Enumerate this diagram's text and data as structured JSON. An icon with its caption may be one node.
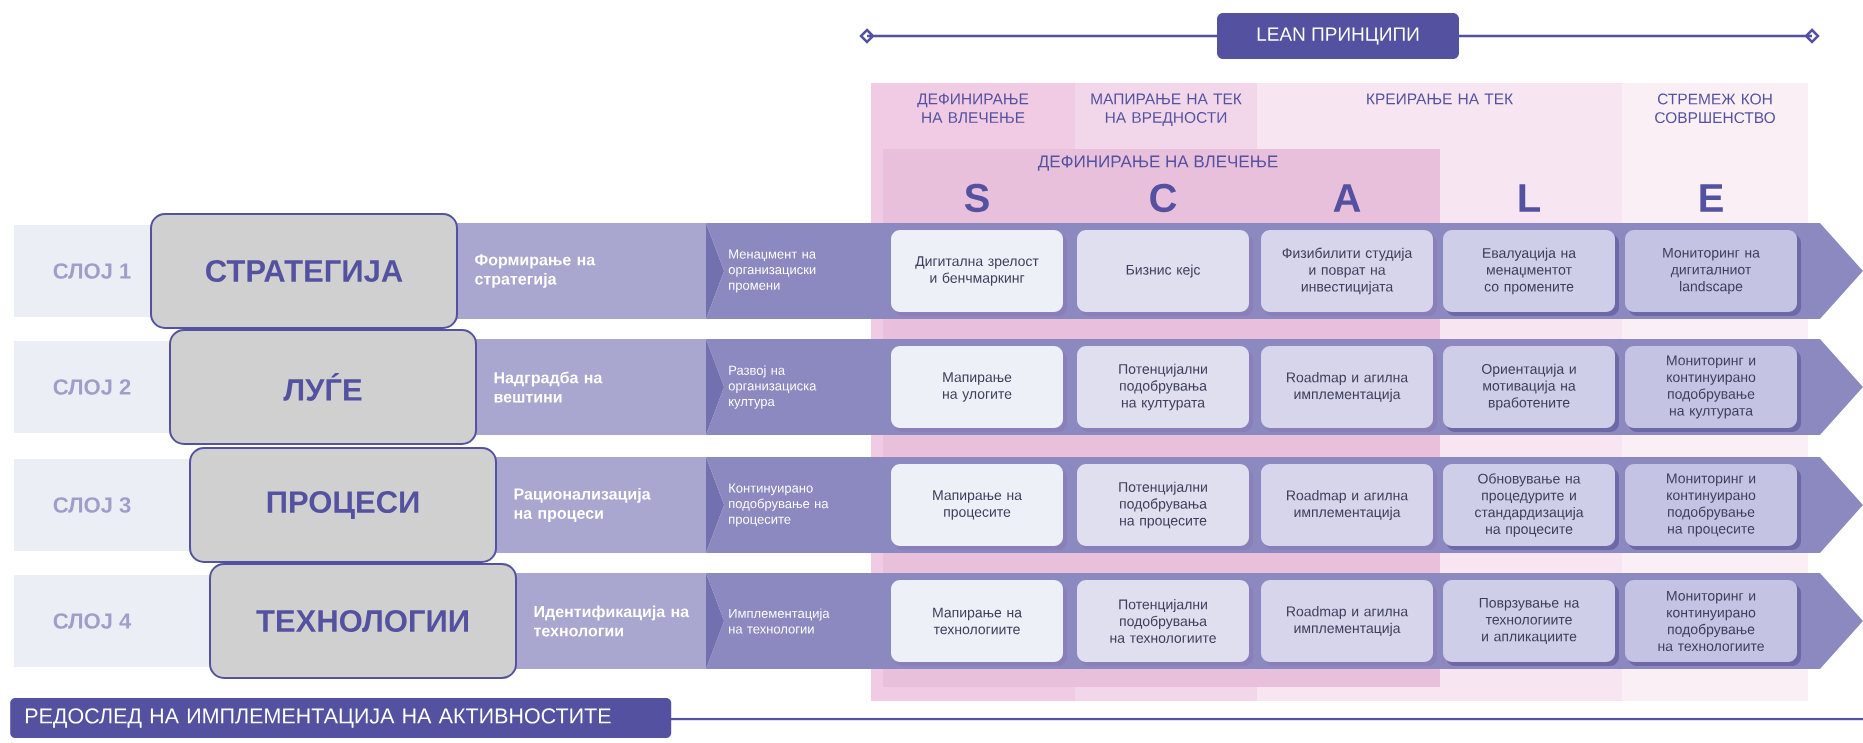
{
  "diagram": {
    "nodes": [
      {
        "text": [
          "LEAN ПРИНЦИПИ"
        ]
      },
      {
        "text": [
          "ДЕФИНИРАЊЕ НА ВЛЕЧЕЊЕ"
        ]
      },
      {
        "text": [
          "МАПИРАЊЕ НА ТЕК НА ВРЕДНОСТИ"
        ]
      },
      {
        "text": [
          "КРЕИРАЊЕ НА ТЕК"
        ]
      },
      {
        "text": [
          "СТРЕМЕЖ КОН СОВРШЕНСТВО"
        ]
      },
      {
        "text": [
          "ДЕФИНИРАЊЕ НА ВЛЕЧЕЊЕ"
        ]
      },
      {
        "text": [
          "СЛОЈ 1"
        ]
      },
      {
        "text": [
          "СТРАТЕГИЈА"
        ]
      },
      {
        "text": [
          "Формирање на стратегија"
        ]
      },
      {
        "text": [
          "Менаџмент на организациски промени"
        ]
      },
      {
        "text": [
          "Дигитална зрелост и бенчмаркинг"
        ]
      },
      {
        "text": [
          "Бизнис кејс"
        ]
      },
      {
        "text": [
          "Физибилити студија и поврат на инвестицијата"
        ]
      },
      {
        "text": [
          "Евалуација на менаџментот со промените"
        ],
        "in": 9
      },
      {
        "text": [
          "Мониторинг на дигиталниот landscape"
        ],
        "in": 9
      },
      {
        "text": [
          "СЛОЈ 2"
        ]
      },
      {
        "text": [
          "ЛУЃЕ"
        ]
      },
      {
        "text": [
          "Надградба на вештини"
        ]
      },
      {
        "text": [
          "Развој на организациска култура"
        ]
      },
      {
        "text": [
          "Мапирање на улогите"
        ]
      },
      {
        "text": [
          "Потенцијални подобрувања на културата"
        ]
      },
      {
        "text": [
          "Roadmap и агилна имплементација"
        ]
      },
      {
        "text": [
          "Ориентација и мотивација на вработените"
        ],
        "in": 18
      },
      {
        "text": [
          "Мониторинг и континуирано подобрување на културата"
        ],
        "in": 18
      },
      {
        "text": [
          "СЛОЈ 3"
        ]
      },
      {
        "text": [
          "ПРОЦЕСИ"
        ]
      },
      {
        "text": [
          "Рационализација на процеси"
        ]
      },
      {
        "text": [
          "Континуирано подобрување на процесите"
        ]
      },
      {
        "text": [
          "Мапирање на процесите"
        ]
      },
      {
        "text": [
          "Потенцијални подобрувања на процесите"
        ]
      },
      {
        "text": [
          "Roadmap и агилна имплементација"
        ]
      },
      {
        "text": [
          "Обновување на процедурите и стандардизација на процесите"
        ],
        "in": 27
      },
      {
        "text": [
          "Мониторинг и континуирано подобрување на процесите"
        ],
        "in": 27
      },
      {
        "text": [
          "СЛОЈ 4"
        ]
      },
      {
        "text": [
          "ТЕХНОЛОГИИ"
        ]
      },
      {
        "text": [
          "Идентификација на технологии"
        ]
      },
      {
        "text": [
          "Имплементација на технологии"
        ]
      },
      {
        "text": [
          "Мапирање на технологиите"
        ]
      },
      {
        "text": [
          "Потенцијални подобрувања на технологиите"
        ]
      },
      {
        "text": [
          "Roadmap и агилна имплементација"
        ]
      },
      {
        "text": [
          "Поврзување на технологиите и апликациите"
        ],
        "in": 36
      },
      {
        "text": [
          "Мониторинг и континуирано подобрување на технологиите"
        ],
        "in": 36
      },
      {
        "text": [
          "РЕДОСЛЕД НА ИМПЛЕМЕНТАЦИЈА НА АКТИВНОСТИТЕ"
        ]
      }
    ],
    "labels": [
      "S",
      "C",
      "A",
      "L",
      "E"
    ]
  }
}
